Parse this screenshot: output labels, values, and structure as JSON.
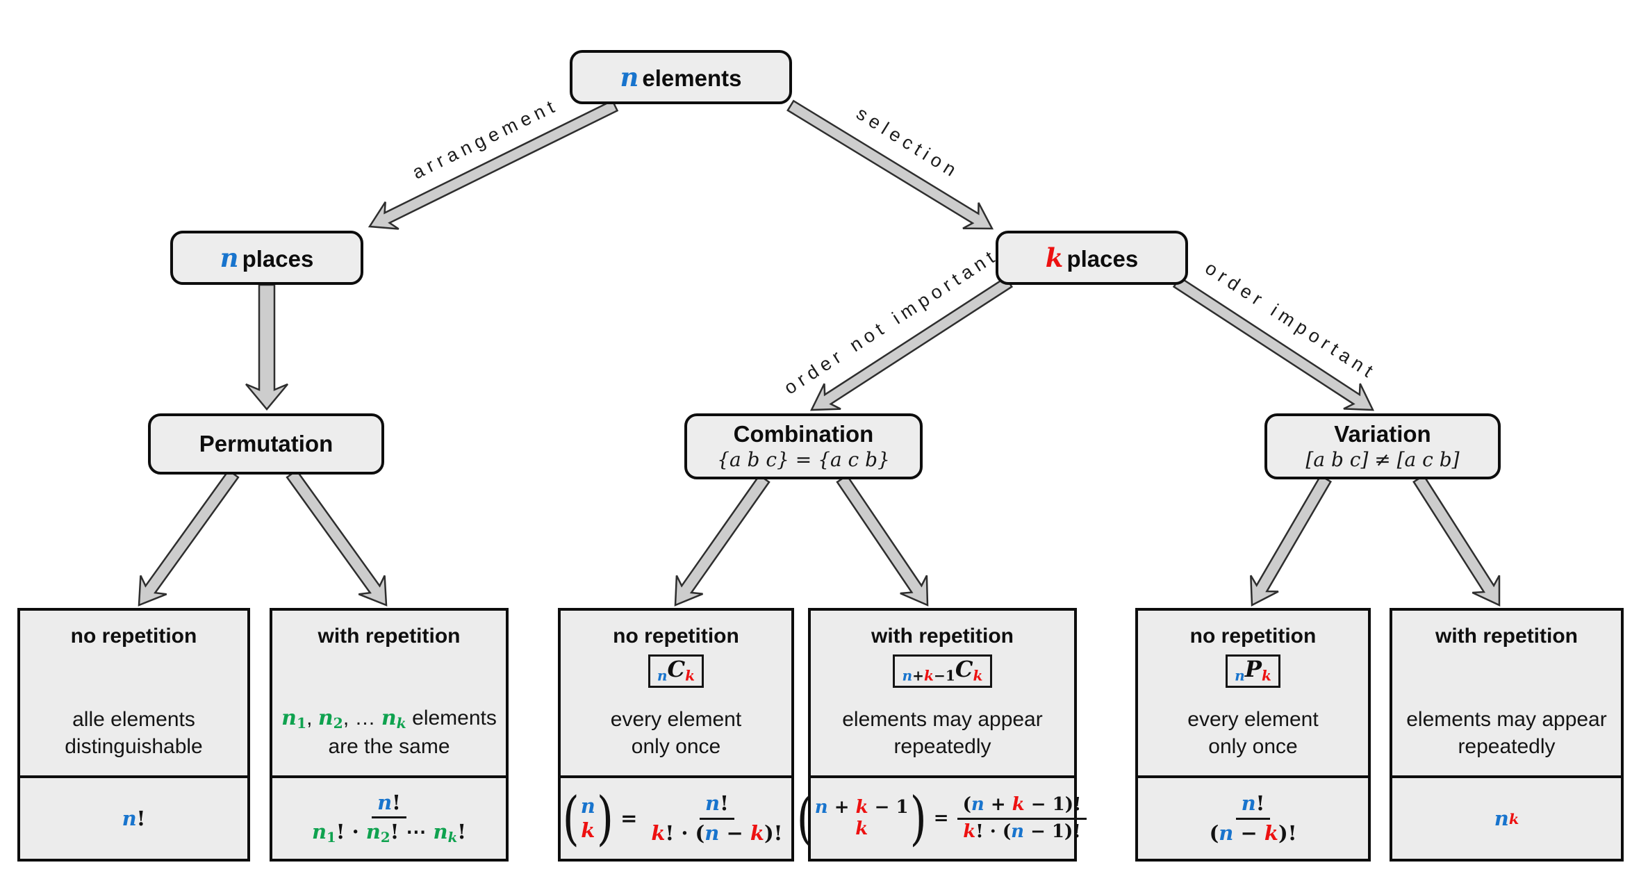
{
  "colors": {
    "blue": "#1874cd",
    "red": "#ed1111",
    "green": "#0fa24f",
    "black": "#141414"
  },
  "nodes": {
    "root": {
      "tokens": [
        {
          "t": "n",
          "c": "blue",
          "cls": "v"
        },
        {
          "t": "elements",
          "cls": "word"
        }
      ]
    },
    "n_places": {
      "tokens": [
        {
          "t": "n",
          "c": "blue",
          "cls": "v"
        },
        {
          "t": "places",
          "cls": "word"
        }
      ]
    },
    "k_places": {
      "tokens": [
        {
          "t": "k",
          "c": "red",
          "cls": "v"
        },
        {
          "t": "places",
          "cls": "word"
        }
      ]
    },
    "permutation": {
      "tokens": [
        {
          "t": "Permutation",
          "cls": "word"
        }
      ]
    },
    "combination": {
      "tokens": [
        {
          "t": "Combination",
          "cls": "word"
        }
      ],
      "sub": "{a b c} = {a c b}"
    },
    "variation": {
      "tokens": [
        {
          "t": "Variation",
          "cls": "word"
        }
      ],
      "sub": "[a b c] ≠ [a c b]"
    }
  },
  "edge_labels": {
    "arrangement": "arrangement",
    "selection": "selection",
    "order_not_important": "order not important",
    "order_important": "order important"
  },
  "leaves": [
    {
      "header": "no repetition",
      "badge": null,
      "body": [
        [
          {
            "t": "alle elements"
          }
        ],
        [
          {
            "t": "distinguishable"
          }
        ]
      ],
      "formula": [
        {
          "t": "n",
          "c": "blue",
          "cls": "v"
        },
        {
          "t": "!"
        }
      ]
    },
    {
      "header": "with repetition",
      "badge": null,
      "body": [
        [
          {
            "t": "n",
            "c": "green",
            "cls": "v"
          },
          {
            "t": "1",
            "c": "green",
            "cls": "sub"
          },
          {
            "t": ", "
          },
          {
            "t": "n",
            "c": "green",
            "cls": "v"
          },
          {
            "t": "2",
            "c": "green",
            "cls": "sub"
          },
          {
            "t": ", … "
          },
          {
            "t": "n",
            "c": "green",
            "cls": "v"
          },
          {
            "t": "k",
            "c": "green",
            "cls": "v sub"
          },
          {
            "t": " elements"
          }
        ],
        [
          {
            "t": "are the same"
          }
        ]
      ],
      "formula": [
        {
          "frac": {
            "n": [
              {
                "t": "n",
                "c": "blue",
                "cls": "v"
              },
              {
                "t": "!"
              }
            ],
            "d": [
              {
                "t": "n",
                "c": "green",
                "cls": "v"
              },
              {
                "t": "1",
                "c": "green",
                "cls": "sub"
              },
              {
                "t": "! · "
              },
              {
                "t": "n",
                "c": "green",
                "cls": "v"
              },
              {
                "t": "2",
                "c": "green",
                "cls": "sub"
              },
              {
                "t": "! ⋯ "
              },
              {
                "t": "n",
                "c": "green",
                "cls": "v"
              },
              {
                "t": "k",
                "c": "green",
                "cls": "v sub"
              },
              {
                "t": "!"
              }
            ]
          }
        }
      ]
    },
    {
      "header": "no repetition",
      "badge": [
        {
          "t": "n",
          "c": "blue",
          "cls": "v bsub"
        },
        {
          "t": "C",
          "cls": "v big"
        },
        {
          "t": "k",
          "c": "red",
          "cls": "v bsub"
        }
      ],
      "body": [
        [
          {
            "t": "every element"
          }
        ],
        [
          {
            "t": "only once"
          }
        ]
      ],
      "formula": [
        {
          "binom": {
            "t": [
              {
                "t": "n",
                "c": "blue",
                "cls": "v"
              }
            ],
            "b": [
              {
                "t": "k",
                "c": "red",
                "cls": "v"
              }
            ]
          }
        },
        {
          "t": "=",
          "cls": "eq"
        },
        {
          "frac": {
            "n": [
              {
                "t": "n",
                "c": "blue",
                "cls": "v"
              },
              {
                "t": "!"
              }
            ],
            "d": [
              {
                "t": "k",
                "c": "red",
                "cls": "v"
              },
              {
                "t": "! · ("
              },
              {
                "t": "n",
                "c": "blue",
                "cls": "v"
              },
              {
                "t": " − "
              },
              {
                "t": "k",
                "c": "red",
                "cls": "v"
              },
              {
                "t": ")!"
              }
            ]
          }
        }
      ]
    },
    {
      "header": "with repetition",
      "badge": [
        {
          "t": "n",
          "c": "blue",
          "cls": "v bsub"
        },
        {
          "t": "+",
          "cls": "bsub"
        },
        {
          "t": "k",
          "c": "red",
          "cls": "v bsub"
        },
        {
          "t": "−1",
          "cls": "bsub"
        },
        {
          "t": "C",
          "cls": "v big"
        },
        {
          "t": "k",
          "c": "red",
          "cls": "v bsub"
        }
      ],
      "body": [
        [
          {
            "t": "elements may appear"
          }
        ],
        [
          {
            "t": "repeatedly"
          }
        ]
      ],
      "formula": [
        {
          "binom": {
            "t": [
              {
                "t": "n",
                "c": "blue",
                "cls": "v"
              },
              {
                "t": " + "
              },
              {
                "t": "k",
                "c": "red",
                "cls": "v"
              },
              {
                "t": " − 1"
              }
            ],
            "b": [
              {
                "t": "k",
                "c": "red",
                "cls": "v"
              }
            ]
          }
        },
        {
          "t": "=",
          "cls": "eq"
        },
        {
          "frac": {
            "n": [
              {
                "t": "("
              },
              {
                "t": "n",
                "c": "blue",
                "cls": "v"
              },
              {
                "t": " + "
              },
              {
                "t": "k",
                "c": "red",
                "cls": "v"
              },
              {
                "t": " − 1)!"
              }
            ],
            "d": [
              {
                "t": "k",
                "c": "red",
                "cls": "v"
              },
              {
                "t": "! · ("
              },
              {
                "t": "n",
                "c": "blue",
                "cls": "v"
              },
              {
                "t": " − 1)!"
              }
            ]
          }
        }
      ]
    },
    {
      "header": "no repetition",
      "badge": [
        {
          "t": "n",
          "c": "blue",
          "cls": "v bsub"
        },
        {
          "t": "P",
          "cls": "v big"
        },
        {
          "t": "k",
          "c": "red",
          "cls": "v bsub"
        }
      ],
      "body": [
        [
          {
            "t": "every element"
          }
        ],
        [
          {
            "t": "only once"
          }
        ]
      ],
      "formula": [
        {
          "frac": {
            "n": [
              {
                "t": "n",
                "c": "blue",
                "cls": "v"
              },
              {
                "t": "!"
              }
            ],
            "d": [
              {
                "t": "("
              },
              {
                "t": "n",
                "c": "blue",
                "cls": "v"
              },
              {
                "t": " − "
              },
              {
                "t": "k",
                "c": "red",
                "cls": "v"
              },
              {
                "t": ")!"
              }
            ]
          }
        }
      ]
    },
    {
      "header": "with repetition",
      "badge": null,
      "body": [
        [
          {
            "t": "elements may appear"
          }
        ],
        [
          {
            "t": "repeatedly"
          }
        ]
      ],
      "formula": [
        {
          "t": "n",
          "c": "blue",
          "cls": "v"
        },
        {
          "t": "k",
          "c": "red",
          "cls": "v sup"
        }
      ]
    }
  ]
}
